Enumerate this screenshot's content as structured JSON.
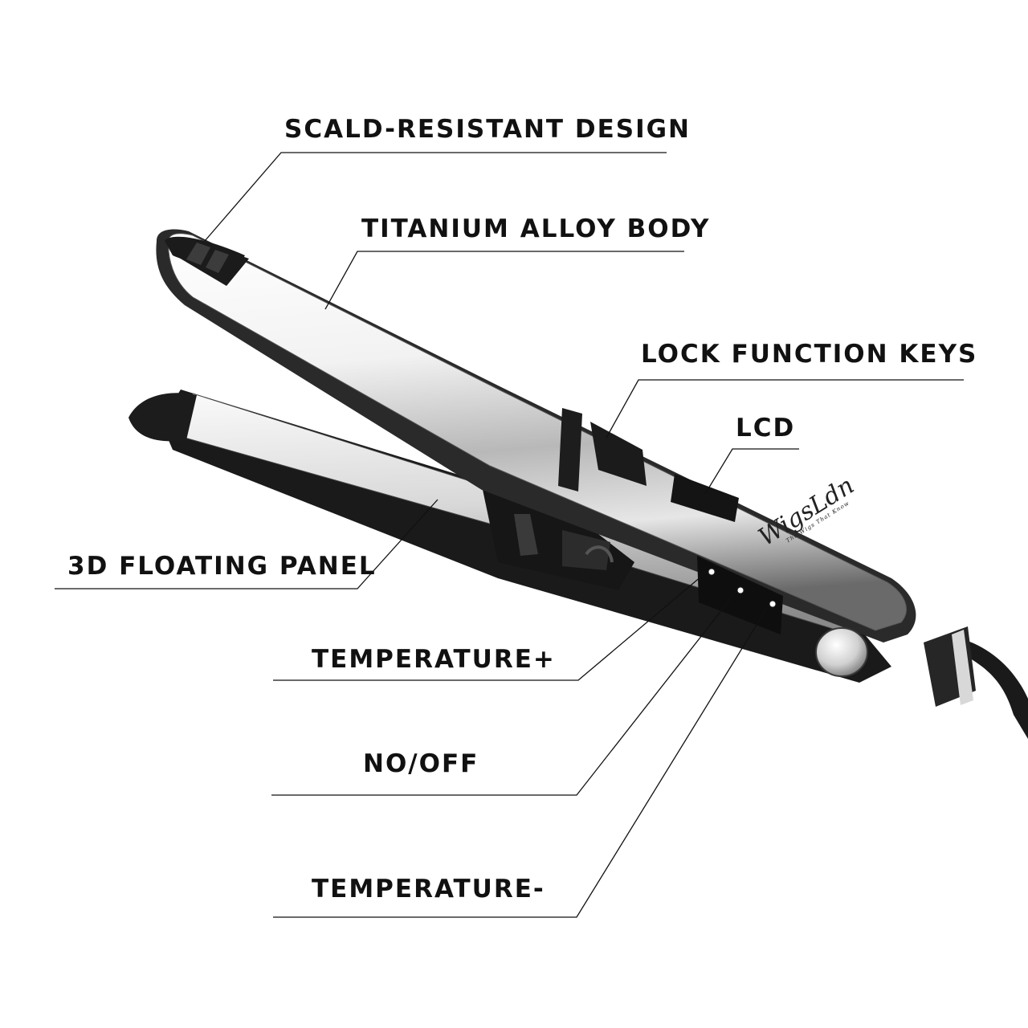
{
  "labels": {
    "scald_resistant_design": "SCALD-RESISTANT DESIGN",
    "titanium_alloy_body": "TITANIUM ALLOY BODY",
    "lock_function_keys": "LOCK FUNCTION KEYS",
    "lcd": "LCD",
    "floating_panel": "3D FLOATING PANEL",
    "temperature_plus": "TEMPERATURE+",
    "on_off": "NO/OFF",
    "temperature_minus": "TEMPERATURE-"
  },
  "product": {
    "brand": "WigsLdn",
    "tagline": "The Wigs That Know"
  },
  "colors": {
    "ink": "#111111",
    "metal_light": "#f4f4f4",
    "metal_mid": "#bdbdbd",
    "metal_dark": "#5a5a5a",
    "rubber": "#1b1b1b"
  }
}
